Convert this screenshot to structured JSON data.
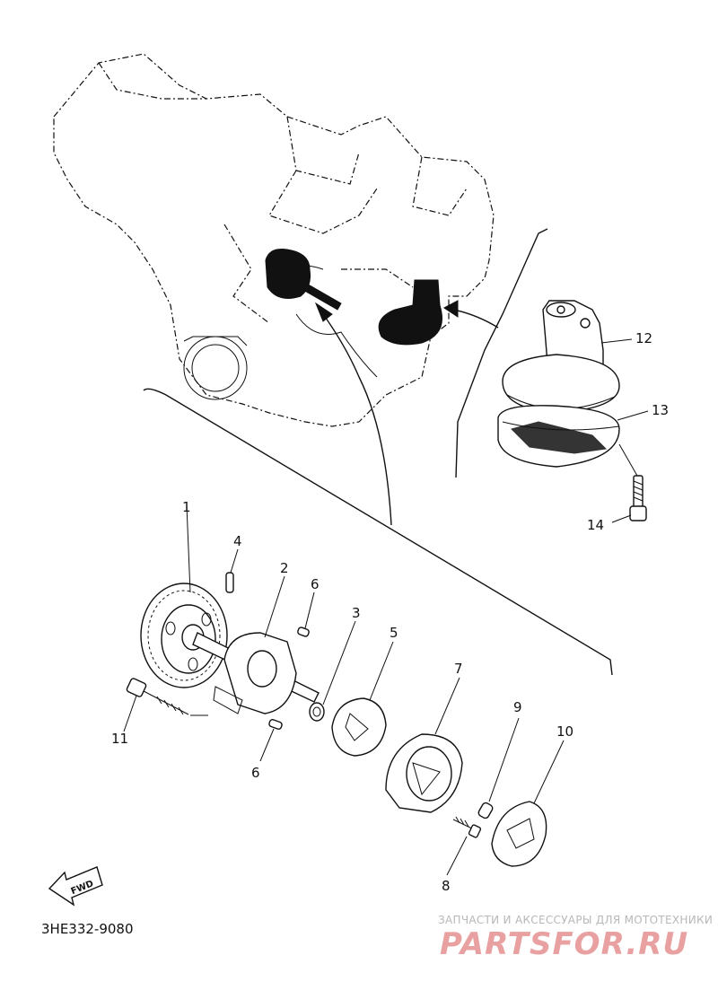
{
  "diagram_code": "3HE332-9080",
  "fwd_label": "FWD",
  "watermark": {
    "line1": "ЗАПЧАСТИ И АКСЕССУАРЫ ДЛЯ МОТОТЕХНИКИ",
    "line2": "PARTSFOR.RU"
  },
  "callouts": {
    "p1": "1",
    "p2": "2",
    "p3": "3",
    "p4": "4",
    "p5": "5",
    "p6a": "6",
    "p6b": "6",
    "p7": "7",
    "p8": "8",
    "p9": "9",
    "p10": "10",
    "p11": "11",
    "p12": "12",
    "p13": "13",
    "p14": "14"
  }
}
